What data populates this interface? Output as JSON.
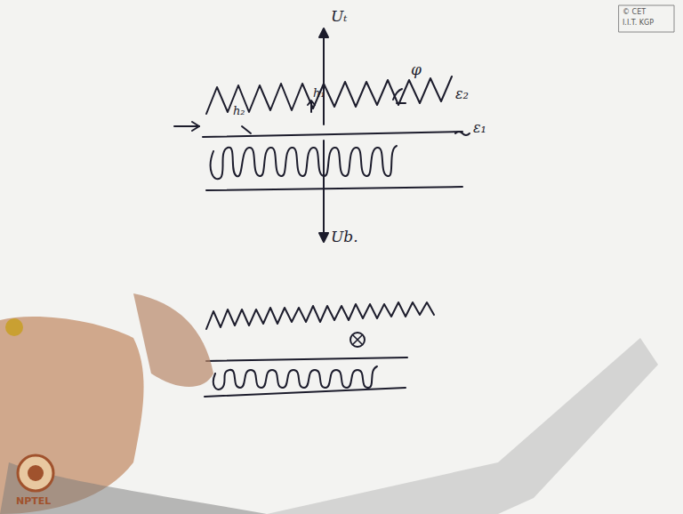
{
  "diagram": {
    "labels": [
      "© CET",
      "I.I.T. KGP",
      "Uₜ",
      "h₂",
      "h₁",
      "φ",
      "ε₂",
      "ε₁",
      "Ub.",
      "NPTEL"
    ]
  }
}
